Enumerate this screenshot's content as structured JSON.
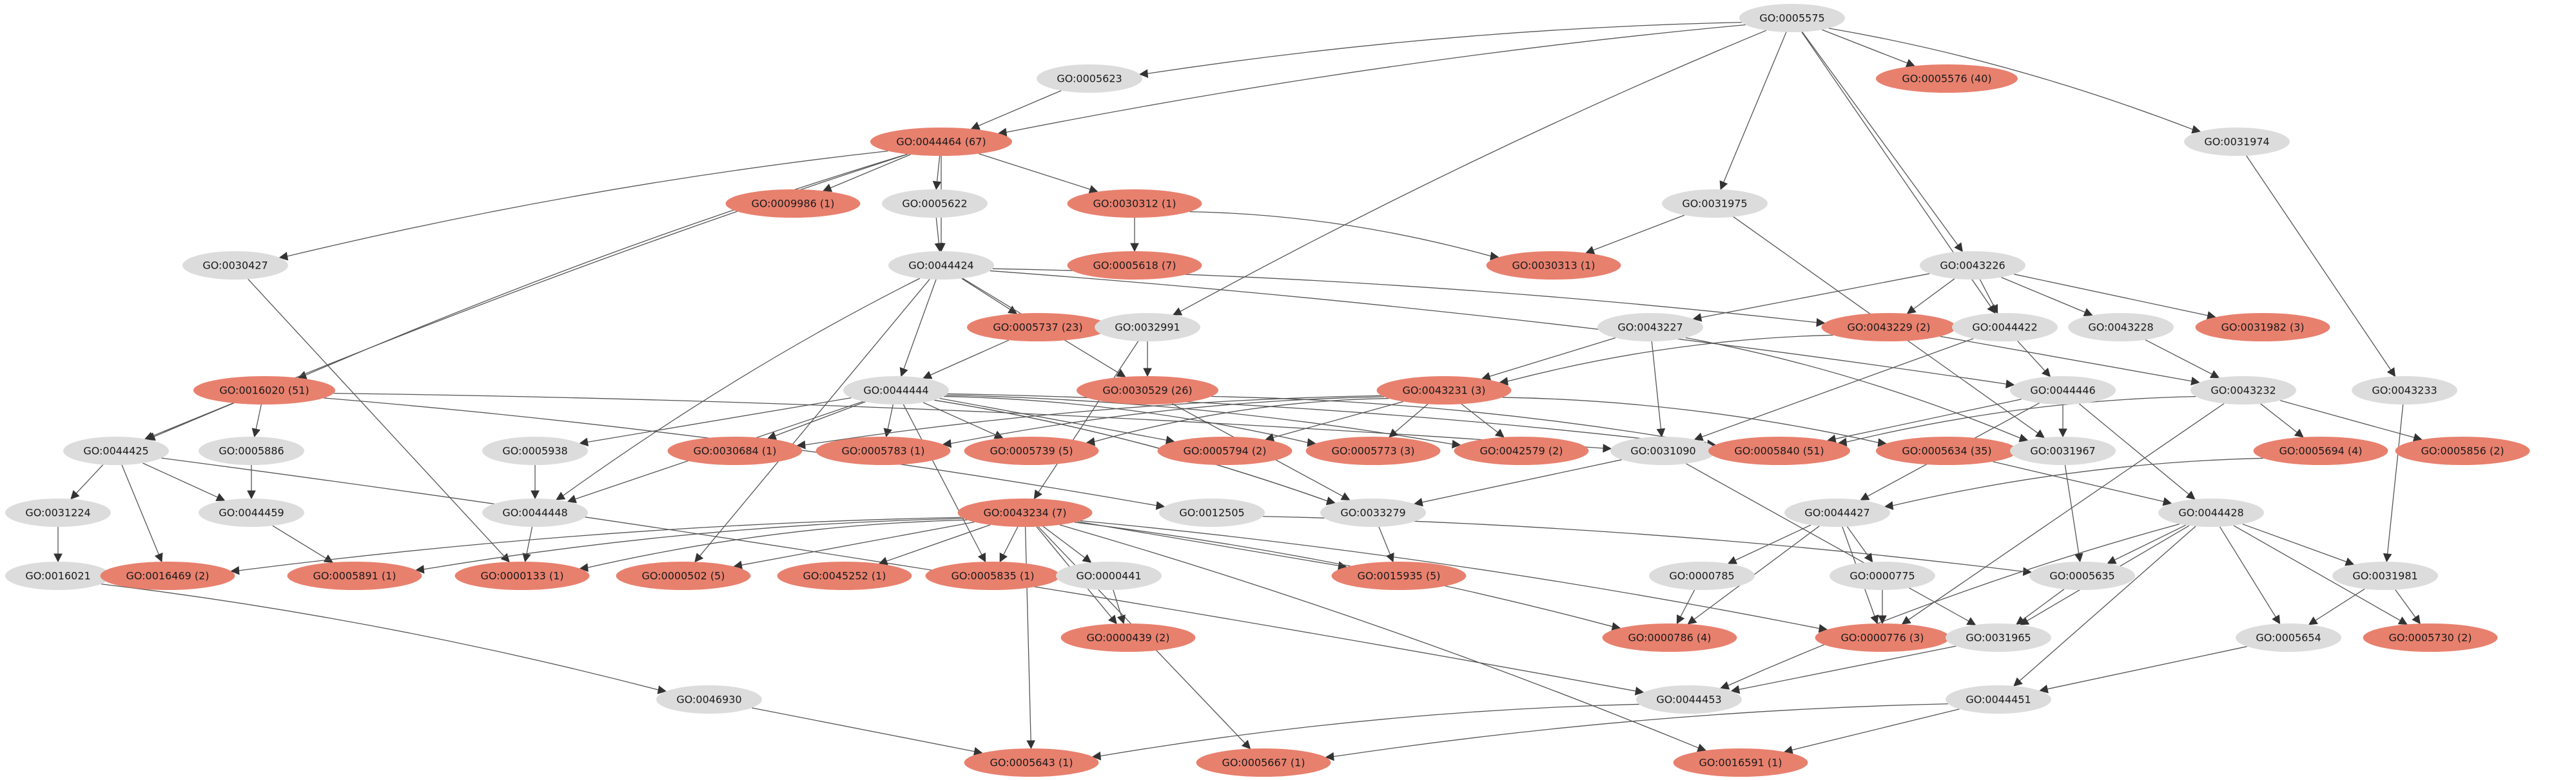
{
  "diagram": {
    "type": "directed-graph",
    "node_colors": {
      "plain": "#dcdcdc",
      "highlighted": "#e8806e"
    },
    "nodes": [
      {
        "id": "5575",
        "label": "GO:0005575",
        "highlighted": false
      },
      {
        "id": "5623",
        "label": "GO:0005623",
        "highlighted": false
      },
      {
        "id": "5576",
        "label": "GO:0005576 (40)",
        "highlighted": true
      },
      {
        "id": "31974",
        "label": "GO:0031974",
        "highlighted": false
      },
      {
        "id": "44464",
        "label": "GO:0044464 (67)",
        "highlighted": true
      },
      {
        "id": "9986",
        "label": "GO:0009986 (1)",
        "highlighted": true
      },
      {
        "id": "5622",
        "label": "GO:0005622",
        "highlighted": false
      },
      {
        "id": "30312",
        "label": "GO:0030312 (1)",
        "highlighted": true
      },
      {
        "id": "31975",
        "label": "GO:0031975",
        "highlighted": false
      },
      {
        "id": "30427",
        "label": "GO:0030427",
        "highlighted": false
      },
      {
        "id": "44424",
        "label": "GO:0044424",
        "highlighted": false
      },
      {
        "id": "5618",
        "label": "GO:0005618 (7)",
        "highlighted": true
      },
      {
        "id": "30313",
        "label": "GO:0030313 (1)",
        "highlighted": true
      },
      {
        "id": "43226",
        "label": "GO:0043226",
        "highlighted": false
      },
      {
        "id": "5737",
        "label": "GO:0005737 (23)",
        "highlighted": true
      },
      {
        "id": "32991",
        "label": "GO:0032991",
        "highlighted": false
      },
      {
        "id": "43227",
        "label": "GO:0043227",
        "highlighted": false
      },
      {
        "id": "43229",
        "label": "GO:0043229 (2)",
        "highlighted": true
      },
      {
        "id": "44422",
        "label": "GO:0044422",
        "highlighted": false
      },
      {
        "id": "43228",
        "label": "GO:0043228",
        "highlighted": false
      },
      {
        "id": "31982",
        "label": "GO:0031982 (3)",
        "highlighted": true
      },
      {
        "id": "16020",
        "label": "GO:0016020 (51)",
        "highlighted": true
      },
      {
        "id": "44444",
        "label": "GO:0044444",
        "highlighted": false
      },
      {
        "id": "30529",
        "label": "GO:0030529 (26)",
        "highlighted": true
      },
      {
        "id": "43231",
        "label": "GO:0043231 (3)",
        "highlighted": true
      },
      {
        "id": "44446",
        "label": "GO:0044446",
        "highlighted": false
      },
      {
        "id": "43232",
        "label": "GO:0043232",
        "highlighted": false
      },
      {
        "id": "43233",
        "label": "GO:0043233",
        "highlighted": false
      },
      {
        "id": "44425",
        "label": "GO:0044425",
        "highlighted": false
      },
      {
        "id": "5886",
        "label": "GO:0005886",
        "highlighted": false
      },
      {
        "id": "5938",
        "label": "GO:0005938",
        "highlighted": false
      },
      {
        "id": "30684",
        "label": "GO:0030684 (1)",
        "highlighted": true
      },
      {
        "id": "5783",
        "label": "GO:0005783 (1)",
        "highlighted": true
      },
      {
        "id": "5739",
        "label": "GO:0005739 (5)",
        "highlighted": true
      },
      {
        "id": "5794",
        "label": "GO:0005794 (2)",
        "highlighted": true
      },
      {
        "id": "5773",
        "label": "GO:0005773 (3)",
        "highlighted": true
      },
      {
        "id": "42579",
        "label": "GO:0042579 (2)",
        "highlighted": true
      },
      {
        "id": "31090",
        "label": "GO:0031090",
        "highlighted": false
      },
      {
        "id": "5840",
        "label": "GO:0005840 (51)",
        "highlighted": true
      },
      {
        "id": "5634",
        "label": "GO:0005634 (35)",
        "highlighted": true
      },
      {
        "id": "31967",
        "label": "GO:0031967",
        "highlighted": false
      },
      {
        "id": "5694",
        "label": "GO:0005694 (4)",
        "highlighted": true
      },
      {
        "id": "5856",
        "label": "GO:0005856 (2)",
        "highlighted": true
      },
      {
        "id": "31224",
        "label": "GO:0031224",
        "highlighted": false
      },
      {
        "id": "44459",
        "label": "GO:0044459",
        "highlighted": false
      },
      {
        "id": "44448",
        "label": "GO:0044448",
        "highlighted": false
      },
      {
        "id": "43234",
        "label": "GO:0043234 (7)",
        "highlighted": true
      },
      {
        "id": "12505",
        "label": "GO:0012505",
        "highlighted": false
      },
      {
        "id": "33279",
        "label": "GO:0033279",
        "highlighted": false
      },
      {
        "id": "44427",
        "label": "GO:0044427",
        "highlighted": false
      },
      {
        "id": "44428",
        "label": "GO:0044428",
        "highlighted": false
      },
      {
        "id": "16021",
        "label": "GO:0016021",
        "highlighted": false
      },
      {
        "id": "16469",
        "label": "GO:0016469 (2)",
        "highlighted": true
      },
      {
        "id": "5891",
        "label": "GO:0005891 (1)",
        "highlighted": true
      },
      {
        "id": "133",
        "label": "GO:0000133 (1)",
        "highlighted": true
      },
      {
        "id": "502",
        "label": "GO:0000502 (5)",
        "highlighted": true
      },
      {
        "id": "45252",
        "label": "GO:0045252 (1)",
        "highlighted": true
      },
      {
        "id": "5835",
        "label": "GO:0005835 (1)",
        "highlighted": true
      },
      {
        "id": "441",
        "label": "GO:0000441",
        "highlighted": false
      },
      {
        "id": "15935",
        "label": "GO:0015935 (5)",
        "highlighted": true
      },
      {
        "id": "785",
        "label": "GO:0000785",
        "highlighted": false
      },
      {
        "id": "775",
        "label": "GO:0000775",
        "highlighted": false
      },
      {
        "id": "5635",
        "label": "GO:0005635",
        "highlighted": false
      },
      {
        "id": "31981",
        "label": "GO:0031981",
        "highlighted": false
      },
      {
        "id": "439",
        "label": "GO:0000439 (2)",
        "highlighted": true
      },
      {
        "id": "6786",
        "label": "GO:0000786 (4)",
        "highlighted": true
      },
      {
        "id": "776",
        "label": "GO:0000776 (3)",
        "highlighted": true
      },
      {
        "id": "31965",
        "label": "GO:0031965",
        "highlighted": false
      },
      {
        "id": "5654",
        "label": "GO:0005654",
        "highlighted": false
      },
      {
        "id": "5730",
        "label": "GO:0005730 (2)",
        "highlighted": true
      },
      {
        "id": "46930",
        "label": "GO:0046930",
        "highlighted": false
      },
      {
        "id": "44453",
        "label": "GO:0044453",
        "highlighted": false
      },
      {
        "id": "44451",
        "label": "GO:0044451",
        "highlighted": false
      },
      {
        "id": "5643",
        "label": "GO:0005643 (1)",
        "highlighted": true
      },
      {
        "id": "5667",
        "label": "GO:0005667 (1)",
        "highlighted": true
      },
      {
        "id": "16591",
        "label": "GO:0016591 (1)",
        "highlighted": true
      }
    ],
    "edges": [
      [
        "5575",
        "5623"
      ],
      [
        "5575",
        "44464"
      ],
      [
        "5575",
        "5576"
      ],
      [
        "5575",
        "31974"
      ],
      [
        "5575",
        "31975"
      ],
      [
        "5575",
        "43226"
      ],
      [
        "5575",
        "32991"
      ],
      [
        "5575",
        "44422"
      ],
      [
        "5623",
        "44464"
      ],
      [
        "44464",
        "9986"
      ],
      [
        "44464",
        "5622"
      ],
      [
        "44464",
        "30312"
      ],
      [
        "44464",
        "30427"
      ],
      [
        "44464",
        "44424"
      ],
      [
        "44464",
        "16020"
      ],
      [
        "44464",
        "44425"
      ],
      [
        "30312",
        "5618"
      ],
      [
        "30312",
        "30313"
      ],
      [
        "31975",
        "30313"
      ],
      [
        "31975",
        "31967"
      ],
      [
        "5622",
        "44424"
      ],
      [
        "44424",
        "5737"
      ],
      [
        "44424",
        "44444"
      ],
      [
        "44424",
        "30529"
      ],
      [
        "44424",
        "43229"
      ],
      [
        "44424",
        "44446"
      ],
      [
        "44424",
        "44448"
      ],
      [
        "44424",
        "502"
      ],
      [
        "43226",
        "43227"
      ],
      [
        "43226",
        "43229"
      ],
      [
        "43226",
        "44422"
      ],
      [
        "43226",
        "43228"
      ],
      [
        "43226",
        "31982"
      ],
      [
        "32991",
        "30529"
      ],
      [
        "32991",
        "43234"
      ],
      [
        "5737",
        "44444"
      ],
      [
        "43227",
        "43231"
      ],
      [
        "43227",
        "31090"
      ],
      [
        "43227",
        "31967"
      ],
      [
        "43229",
        "43231"
      ],
      [
        "43229",
        "43232"
      ],
      [
        "44422",
        "44446"
      ],
      [
        "44422",
        "31090"
      ],
      [
        "43228",
        "43232"
      ],
      [
        "16020",
        "44425"
      ],
      [
        "16020",
        "5886"
      ],
      [
        "16020",
        "12505"
      ],
      [
        "16020",
        "31090"
      ],
      [
        "44444",
        "5938"
      ],
      [
        "44444",
        "30684"
      ],
      [
        "44444",
        "5783"
      ],
      [
        "44444",
        "5739"
      ],
      [
        "44444",
        "5794"
      ],
      [
        "44444",
        "5773"
      ],
      [
        "44444",
        "42579"
      ],
      [
        "44444",
        "5840"
      ],
      [
        "44444",
        "44448"
      ],
      [
        "44444",
        "5835"
      ],
      [
        "44444",
        "33279"
      ],
      [
        "30529",
        "5840"
      ],
      [
        "30529",
        "33279"
      ],
      [
        "43231",
        "30684"
      ],
      [
        "43231",
        "5783"
      ],
      [
        "43231",
        "5739"
      ],
      [
        "43231",
        "5794"
      ],
      [
        "43231",
        "5773"
      ],
      [
        "43231",
        "42579"
      ],
      [
        "43231",
        "5634"
      ],
      [
        "44446",
        "5840"
      ],
      [
        "44446",
        "31967"
      ],
      [
        "44446",
        "44427"
      ],
      [
        "44446",
        "44428"
      ],
      [
        "43232",
        "5694"
      ],
      [
        "43232",
        "5856"
      ],
      [
        "43232",
        "5840"
      ],
      [
        "43232",
        "776"
      ],
      [
        "43233",
        "31981"
      ],
      [
        "44425",
        "31224"
      ],
      [
        "44425",
        "44459"
      ],
      [
        "44425",
        "16469"
      ],
      [
        "44425",
        "44453"
      ],
      [
        "5886",
        "44459"
      ],
      [
        "5938",
        "44448"
      ],
      [
        "31090",
        "33279"
      ],
      [
        "31090",
        "31965"
      ],
      [
        "5634",
        "44428"
      ],
      [
        "31967",
        "5635"
      ],
      [
        "5694",
        "44427"
      ],
      [
        "44428",
        "5730"
      ],
      [
        "31224",
        "16021"
      ],
      [
        "44459",
        "5891"
      ],
      [
        "44448",
        "133"
      ],
      [
        "30427",
        "133"
      ],
      [
        "43234",
        "16469"
      ],
      [
        "43234",
        "5891"
      ],
      [
        "43234",
        "133"
      ],
      [
        "43234",
        "502"
      ],
      [
        "43234",
        "45252"
      ],
      [
        "43234",
        "5835"
      ],
      [
        "43234",
        "441"
      ],
      [
        "43234",
        "15935"
      ],
      [
        "43234",
        "439"
      ],
      [
        "43234",
        "6786"
      ],
      [
        "43234",
        "776"
      ],
      [
        "43234",
        "5643"
      ],
      [
        "43234",
        "5667"
      ],
      [
        "43234",
        "16591"
      ],
      [
        "12505",
        "5635"
      ],
      [
        "33279",
        "15935"
      ],
      [
        "44427",
        "785"
      ],
      [
        "44427",
        "775"
      ],
      [
        "44427",
        "6786"
      ],
      [
        "44427",
        "776"
      ],
      [
        "44428",
        "5635"
      ],
      [
        "44428",
        "31981"
      ],
      [
        "44428",
        "5654"
      ],
      [
        "44428",
        "31965"
      ],
      [
        "44428",
        "44453"
      ],
      [
        "44428",
        "44451"
      ],
      [
        "16021",
        "46930"
      ],
      [
        "441",
        "439"
      ],
      [
        "785",
        "6786"
      ],
      [
        "775",
        "776"
      ],
      [
        "5635",
        "31965"
      ],
      [
        "31981",
        "5654"
      ],
      [
        "31981",
        "5730"
      ],
      [
        "31965",
        "44453"
      ],
      [
        "5654",
        "44451"
      ],
      [
        "46930",
        "5643"
      ],
      [
        "44453",
        "5643"
      ],
      [
        "44451",
        "5667"
      ],
      [
        "44451",
        "16591"
      ],
      [
        "31974",
        "43233"
      ],
      [
        "44444",
        "33279"
      ]
    ]
  }
}
